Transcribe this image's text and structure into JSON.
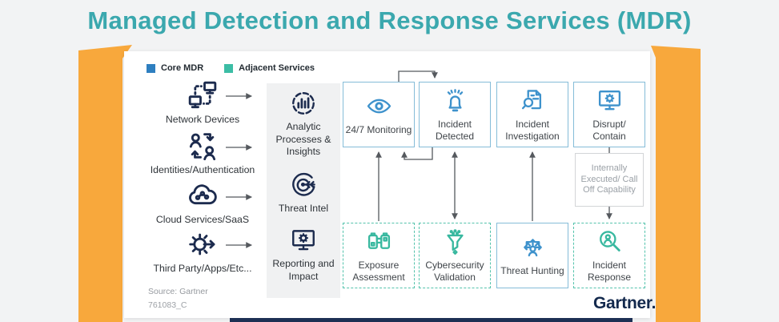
{
  "page": {
    "title": "Managed Detection and Response Services (MDR)"
  },
  "legend": {
    "items": [
      {
        "label": "Core MDR",
        "color": "#2E7FC0"
      },
      {
        "label": "Adjacent Services",
        "color": "#3CBDA5"
      }
    ]
  },
  "sources": {
    "items": [
      {
        "label": "Network Devices",
        "icon": "network-devices-icon"
      },
      {
        "label": "Identities/Authentication",
        "icon": "identities-icon"
      },
      {
        "label": "Cloud Services/SaaS",
        "icon": "cloud-icon"
      },
      {
        "label": "Third Party/Apps/Etc...",
        "icon": "third-party-icon"
      }
    ]
  },
  "processes": {
    "items": [
      {
        "label": "Analytic Processes & Insights",
        "icon": "analytics-icon"
      },
      {
        "label": "Threat Intel",
        "icon": "threat-intel-icon"
      },
      {
        "label": "Reporting and Impact",
        "icon": "reporting-icon"
      }
    ]
  },
  "flow": {
    "top_row": [
      {
        "label": "24/7 Monitoring",
        "icon": "eye-icon",
        "type": "core"
      },
      {
        "label": "Incident Detected",
        "icon": "alert-bell-icon",
        "type": "core"
      },
      {
        "label": "Incident Investigation",
        "icon": "investigation-icon",
        "type": "core"
      },
      {
        "label": "Disrupt/ Contain",
        "icon": "disrupt-icon",
        "type": "core"
      }
    ],
    "bottom_row": [
      {
        "label": "Exposure Assessment",
        "icon": "binoculars-icon",
        "type": "adjacent"
      },
      {
        "label": "Cybersecurity Validation",
        "icon": "funnel-icon",
        "type": "adjacent"
      },
      {
        "label": "Threat Hunting",
        "icon": "threat-hunting-icon",
        "type": "core"
      },
      {
        "label": "Incident Response",
        "icon": "incident-response-icon",
        "type": "adjacent"
      }
    ],
    "note_box": {
      "text": "Internally Executed/ Call Off Capability"
    }
  },
  "footer": {
    "source": "Source: Gartner",
    "doc_id": "761083_C",
    "logo": "Gartner."
  },
  "colors": {
    "accent_teal": "#3BA8AE",
    "frame_orange": "#F8A83C",
    "core_blue": "#3E92CC",
    "core_border": "#85BCD8",
    "adjacent_teal": "#38B89F",
    "navy": "#1C2B4E"
  }
}
